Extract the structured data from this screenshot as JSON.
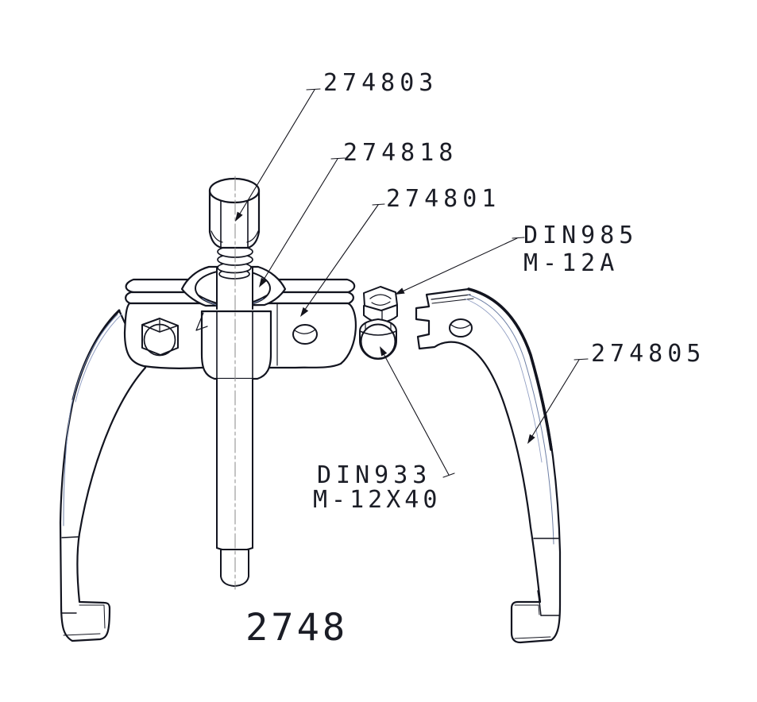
{
  "drawing": {
    "number": "2748",
    "labels": {
      "spindle": "274803",
      "bearing_collar": "274818",
      "crossbeam_body": "274801",
      "nut_line1": "DIN985",
      "nut_line2": "M-12A",
      "jaw": "274805",
      "bolt_line1": "DIN933",
      "bolt_line2": "M-12X40"
    },
    "colors": {
      "line": "#12141f",
      "secondary_line": "#6f80a6",
      "centerline": "#8a8a8a",
      "background": "#ffffff"
    }
  }
}
